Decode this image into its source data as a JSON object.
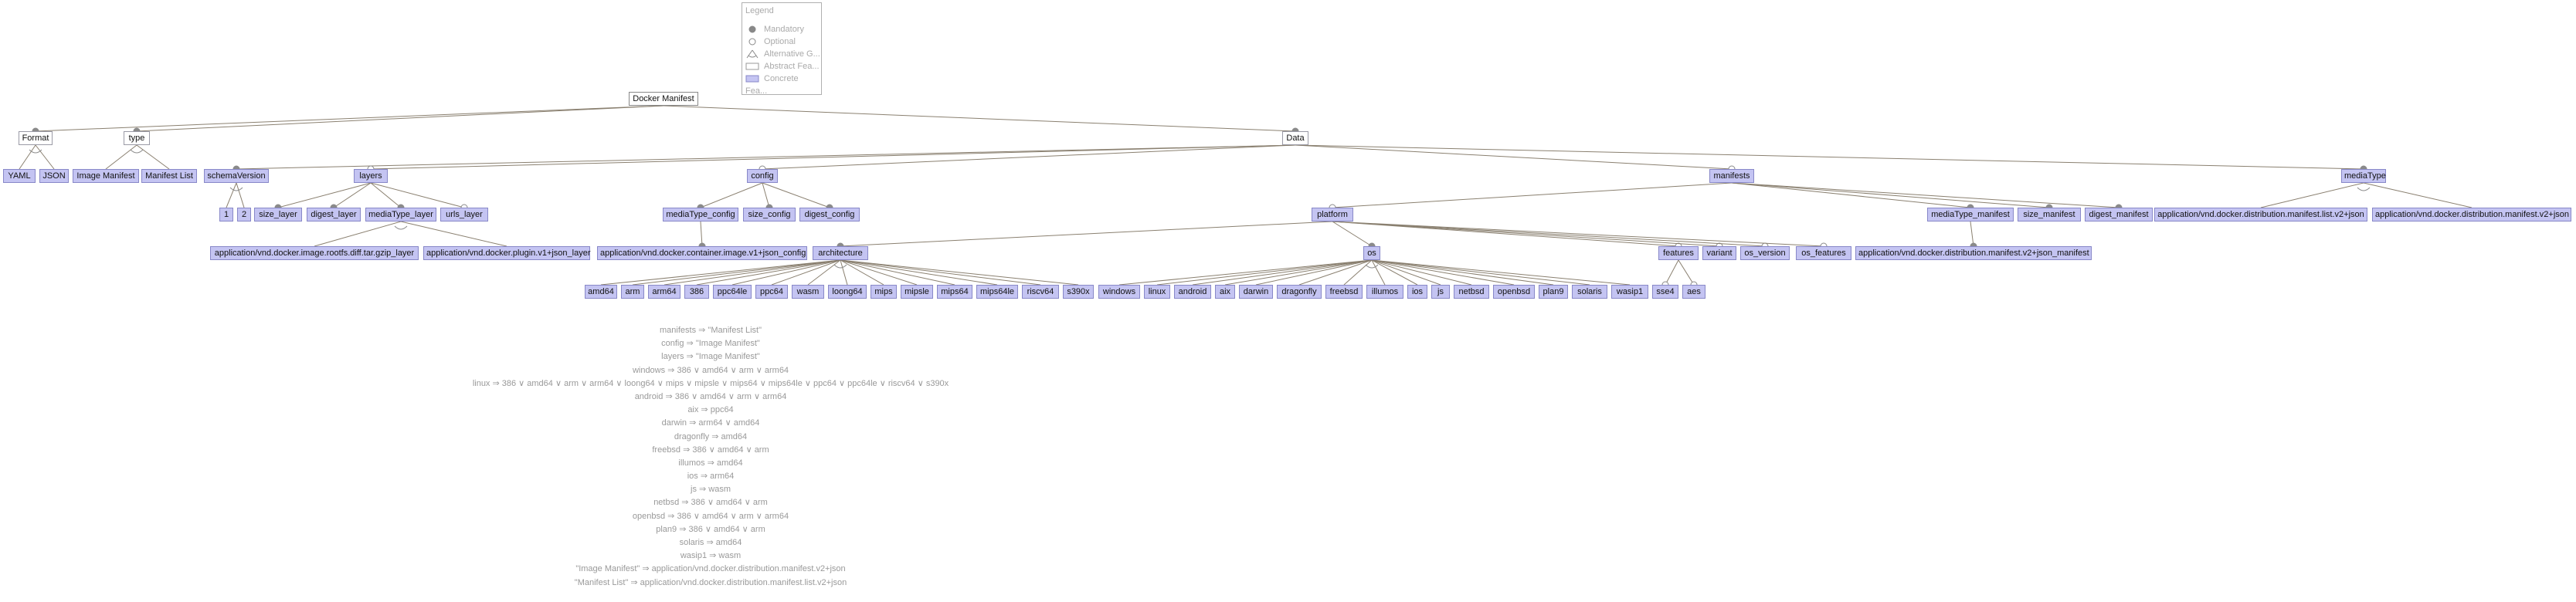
{
  "legend": {
    "title": "Legend",
    "items": [
      "Mandatory",
      "Optional",
      "Alternative G...",
      "Abstract Fea...",
      "Concrete Fea..."
    ]
  },
  "nodes": {
    "root": "Docker Manifest",
    "format": "Format",
    "yaml": "YAML",
    "json": "JSON",
    "type": "type",
    "image_manifest": "Image Manifest",
    "manifest_list": "Manifest List",
    "data": "Data",
    "schema_version": "schemaVersion",
    "v1": "1",
    "v2": "2",
    "layers": "layers",
    "size_layer": "size_layer",
    "digest_layer": "digest_layer",
    "mediatype_layer": "mediaType_layer",
    "urls_layer": "urls_layer",
    "layer_rootfs": "application/vnd.docker.image.rootfs.diff.tar.gzip_layer",
    "layer_plugin": "application/vnd.docker.plugin.v1+json_layer",
    "config": "config",
    "mediatype_config": "mediaType_config",
    "size_config": "size_config",
    "digest_config": "digest_config",
    "config_container": "application/vnd.docker.container.image.v1+json_config",
    "manifests": "manifests",
    "platform": "platform",
    "architecture": "architecture",
    "os": "os",
    "features": "features",
    "variant": "variant",
    "os_version": "os_version",
    "os_features": "os_features",
    "mediatype_manifest": "mediaType_manifest",
    "size_manifest": "size_manifest",
    "digest_manifest": "digest_manifest",
    "manifest_v2": "application/vnd.docker.distribution.manifest.v2+json_manifest",
    "mediatype": "mediaType",
    "mt_list": "application/vnd.docker.distribution.manifest.list.v2+json",
    "mt_v2": "application/vnd.docker.distribution.manifest.v2+json",
    "sse4": "sse4",
    "aes": "aes"
  },
  "architectures": [
    "amd64",
    "arm",
    "arm64",
    "386",
    "ppc64le",
    "ppc64",
    "wasm",
    "loong64",
    "mips",
    "mipsle",
    "mips64",
    "mips64le",
    "riscv64",
    "s390x"
  ],
  "os_values": [
    "windows",
    "linux",
    "android",
    "aix",
    "darwin",
    "dragonfly",
    "freebsd",
    "illumos",
    "ios",
    "js",
    "netbsd",
    "openbsd",
    "plan9",
    "solaris",
    "wasip1"
  ],
  "constraints": [
    "manifests ⇒ \"Manifest List\"",
    "config ⇒ \"Image Manifest\"",
    "layers ⇒ \"Image Manifest\"",
    "windows ⇒ 386 ∨ amd64 ∨ arm ∨ arm64",
    "linux ⇒ 386 ∨ amd64 ∨ arm ∨ arm64 ∨ loong64 ∨ mips ∨ mipsle ∨ mips64 ∨ mips64le ∨ ppc64 ∨ ppc64le ∨ riscv64 ∨ s390x",
    "android ⇒ 386 ∨ amd64 ∨ arm ∨ arm64",
    "aix ⇒ ppc64",
    "darwin ⇒ arm64 ∨ amd64",
    "dragonfly ⇒ amd64",
    "freebsd ⇒ 386 ∨ amd64 ∨ arm",
    "illumos ⇒ amd64",
    "ios ⇒ arm64",
    "js ⇒ wasm",
    "netbsd ⇒ 386 ∨ amd64 ∨ arm",
    "openbsd ⇒ 386 ∨ amd64 ∨ arm ∨ arm64",
    "plan9 ⇒ 386 ∨ amd64 ∨ arm",
    "solaris ⇒ amd64",
    "wasip1 ⇒ wasm",
    "\"Image Manifest\" ⇒ application/vnd.docker.distribution.manifest.v2+json",
    "\"Manifest List\" ⇒ application/vnd.docker.distribution.manifest.list.v2+json"
  ],
  "colors": {
    "concrete_fill": "#c4c4f2",
    "concrete_border": "#8888c8",
    "edge": "#8a8070",
    "constraint_text": "#999999"
  }
}
